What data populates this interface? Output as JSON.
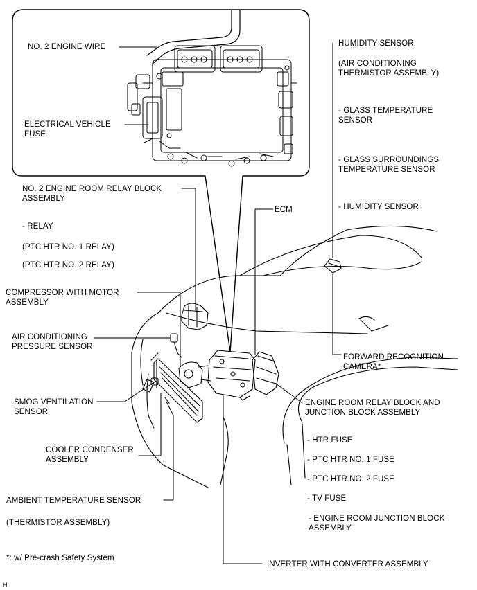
{
  "labels": {
    "no2_engine_wire": "NO. 2 ENGINE WIRE",
    "ev_fuse": "ELECTRICAL VEHICLE\nFUSE",
    "humidity_title": "HUMIDITY SENSOR",
    "humidity_sub": "(AIR CONDITIONING\nTHERMISTOR ASSEMBLY)",
    "glass_temp": "- GLASS TEMPERATURE\nSENSOR",
    "glass_surr": "- GLASS SURROUNDINGS\nTEMPERATURE SENSOR",
    "humidity_item": "- HUMIDITY SENSOR",
    "relay_block": "NO. 2 ENGINE ROOM RELAY BLOCK\nASSEMBLY",
    "relay_item": "- RELAY",
    "ptc1_relay": "(PTC HTR NO. 1 RELAY)",
    "ptc2_relay": "(PTC HTR NO. 2 RELAY)",
    "ecm": "ECM",
    "compressor": "COMPRESSOR WITH MOTOR\nASSEMBLY",
    "pressure_sensor": "AIR CONDITIONING\nPRESSURE SENSOR",
    "forward_camera": "FORWARD RECOGNITION\nCAMERA*",
    "smog_sensor": "SMOG VENTILATION\nSENSOR",
    "junction_block": "ENGINE ROOM RELAY BLOCK AND\nJUNCTION BLOCK ASSEMBLY",
    "htr_fuse": "- HTR FUSE",
    "cooler_condenser": "COOLER CONDENSER\nASSEMBLY",
    "ptc1_fuse": "- PTC HTR NO. 1 FUSE",
    "ptc2_fuse": "- PTC HTR NO. 2 FUSE",
    "ambient_sensor": "AMBIENT TEMPERATURE SENSOR",
    "tv_fuse": "- TV FUSE",
    "thermistor": "(THERMISTOR ASSEMBLY)",
    "erj_block": "- ENGINE ROOM JUNCTION BLOCK\nASSEMBLY",
    "footnote": "*: w/ Pre-crash Safety System",
    "inverter": "INVERTER WITH CONVERTER ASSEMBLY",
    "corner_mark": "H"
  }
}
